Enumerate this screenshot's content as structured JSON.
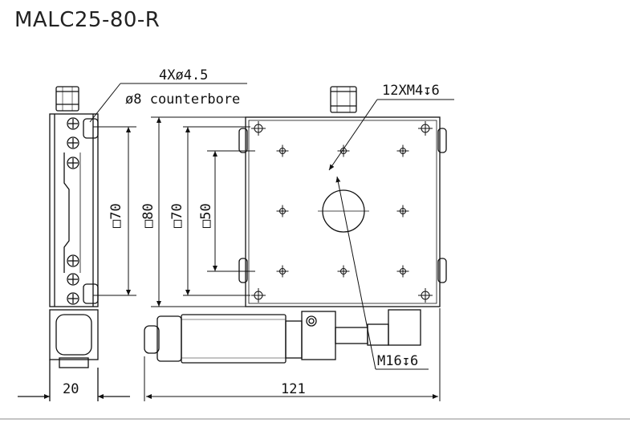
{
  "title": "MALC25-80-R",
  "annotations": {
    "hole_spec": "4Xø4.5",
    "counterbore": "ø8 counterbore",
    "tapped_holes": "12XM4",
    "tapped_depth": "6",
    "micrometer_thread": "M16",
    "micrometer_depth": "6"
  },
  "dimensions": {
    "sq70_left": "□70",
    "sq80": "□80",
    "sq70_right": "□70",
    "sq50": "□50",
    "width_side": "20",
    "overall_length": "121"
  }
}
